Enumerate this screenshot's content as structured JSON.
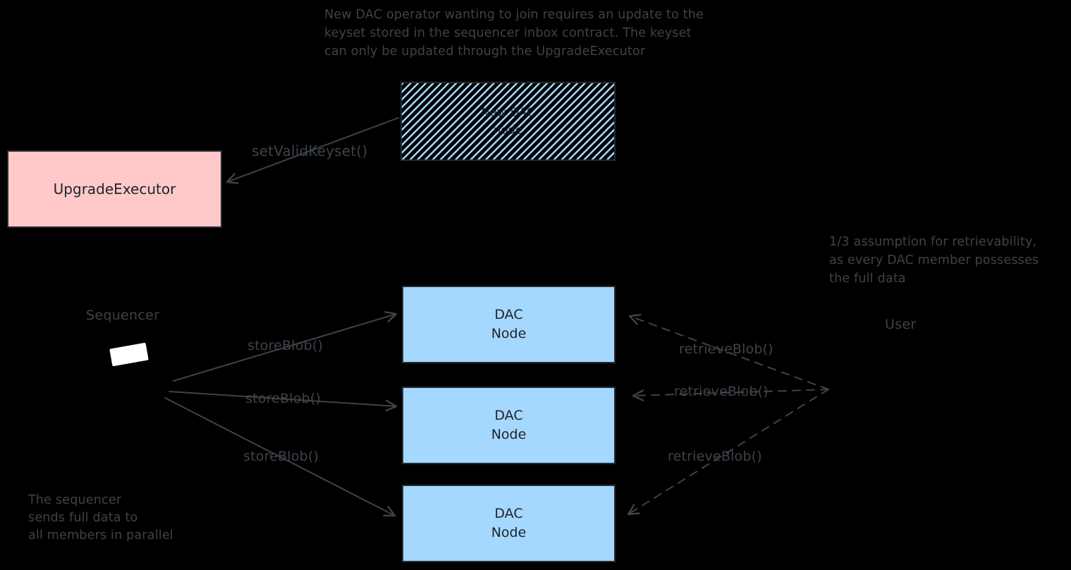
{
  "colors": {
    "background": "#000000",
    "stroke": "#3d434a",
    "label": "#3d434a",
    "box_border": "#262c33",
    "box_text": "#1e232b",
    "blue_fill": "#a5d8ff",
    "pink_fill": "#ffc9c9",
    "hatch_blue": "#a5d8ff"
  },
  "annotations": {
    "top_note": "New DAC operator wanting to join requires an update to the\nkeyset stored in the sequencer inbox contract. The keyset\ncan only be updated through the UpgradeExecutor",
    "retrievability_note": "1/3 assumption for retrievability,\nas every DAC member possesses\nthe full data",
    "parallel_note": "The sequencer\nsends full data to\nall members in parallel"
  },
  "nodes": {
    "new_dac_node": {
      "label": "New DAC\nnode"
    },
    "upgrade_executor": {
      "label": "UpgradeExecutor"
    },
    "dac_nodes": [
      {
        "label": "DAC\nNode"
      },
      {
        "label": "DAC\nNode"
      },
      {
        "label": "DAC\nNode"
      }
    ],
    "sequencer": {
      "label": "Sequencer"
    },
    "user": {
      "label": "User"
    }
  },
  "edges": {
    "set_valid_keyset": {
      "label": "setValidKeyset()",
      "style": "solid"
    },
    "store_blob": [
      {
        "label": "storeBlob()",
        "style": "solid"
      },
      {
        "label": "storeBlob()",
        "style": "solid"
      },
      {
        "label": "storeBlob()",
        "style": "solid"
      }
    ],
    "retrieve_blob": [
      {
        "label": "retrieveBlob()",
        "style": "dashed"
      },
      {
        "label": "retrieveBlob()",
        "style": "dashed"
      },
      {
        "label": "retrieveBlob()",
        "style": "dashed"
      }
    ]
  }
}
